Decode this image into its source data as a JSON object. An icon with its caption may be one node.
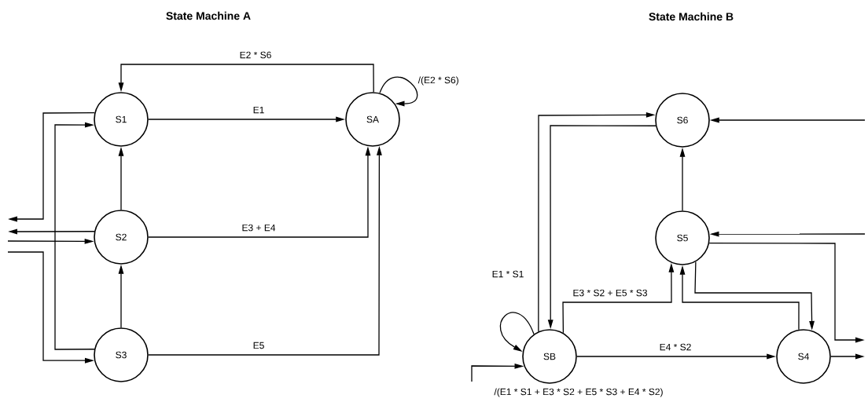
{
  "diagram": {
    "nodes": [
      {
        "text": [
          "S1"
        ]
      },
      {
        "text": [
          "S2"
        ]
      },
      {
        "text": [
          "S3"
        ]
      },
      {
        "text": [
          "SA"
        ]
      },
      {
        "text": [
          "S6"
        ]
      },
      {
        "text": [
          "S5"
        ]
      },
      {
        "text": [
          "SB"
        ]
      },
      {
        "text": [
          "S4"
        ]
      }
    ],
    "edges": [
      {
        "from": 3,
        "to": 0,
        "arrow": "to",
        "label": "E2 * S6"
      },
      {
        "from": 3,
        "to": 3,
        "arrow": "to",
        "label": "/(E2 * S6)"
      },
      {
        "from": 0,
        "to": 3,
        "arrow": "to",
        "label": "E1"
      },
      {
        "from": 1,
        "to": 0,
        "arrow": "to"
      },
      {
        "from": 2,
        "to": 1,
        "arrow": "to"
      },
      {
        "from": 1,
        "to": 3,
        "arrow": "to",
        "label": "E3 + E4"
      },
      {
        "from": 2,
        "to": 3,
        "arrow": "to",
        "label": "E5"
      },
      {
        "from": 0,
        "to": null,
        "arrow": "to"
      },
      {
        "from": 2,
        "to": 0,
        "arrow": "to"
      },
      {
        "from": 1,
        "to": null,
        "arrow": "to"
      },
      {
        "from": null,
        "to": 1,
        "arrow": "to"
      },
      {
        "from": null,
        "to": 2,
        "arrow": "to"
      },
      {
        "from": 5,
        "to": 4,
        "arrow": "to"
      },
      {
        "from": 6,
        "to": 4,
        "arrow": "to",
        "label": "E1 * S1"
      },
      {
        "from": 4,
        "to": 6,
        "arrow": "to"
      },
      {
        "from": 6,
        "to": 5,
        "arrow": "to",
        "label": "E3 * S2 + E5 * S3"
      },
      {
        "from": 7,
        "to": 5,
        "arrow": "to"
      },
      {
        "from": 5,
        "to": 7,
        "arrow": "to"
      },
      {
        "from": 6,
        "to": 7,
        "arrow": "to",
        "label": "E4 * S2"
      },
      {
        "from": 6,
        "to": 6,
        "arrow": "to",
        "label": "/(E1 * S1 + E3 * S2 + E5 * S3 + E4 * S2)"
      },
      {
        "from": null,
        "to": 6,
        "arrow": "to"
      },
      {
        "from": null,
        "to": 4,
        "arrow": "to"
      },
      {
        "from": null,
        "to": 5,
        "arrow": "to"
      },
      {
        "from": 5,
        "to": null,
        "arrow": "to"
      },
      {
        "from": 7,
        "to": null,
        "arrow": "to"
      }
    ],
    "labels": [
      "State Machine A",
      "State Machine B"
    ]
  }
}
